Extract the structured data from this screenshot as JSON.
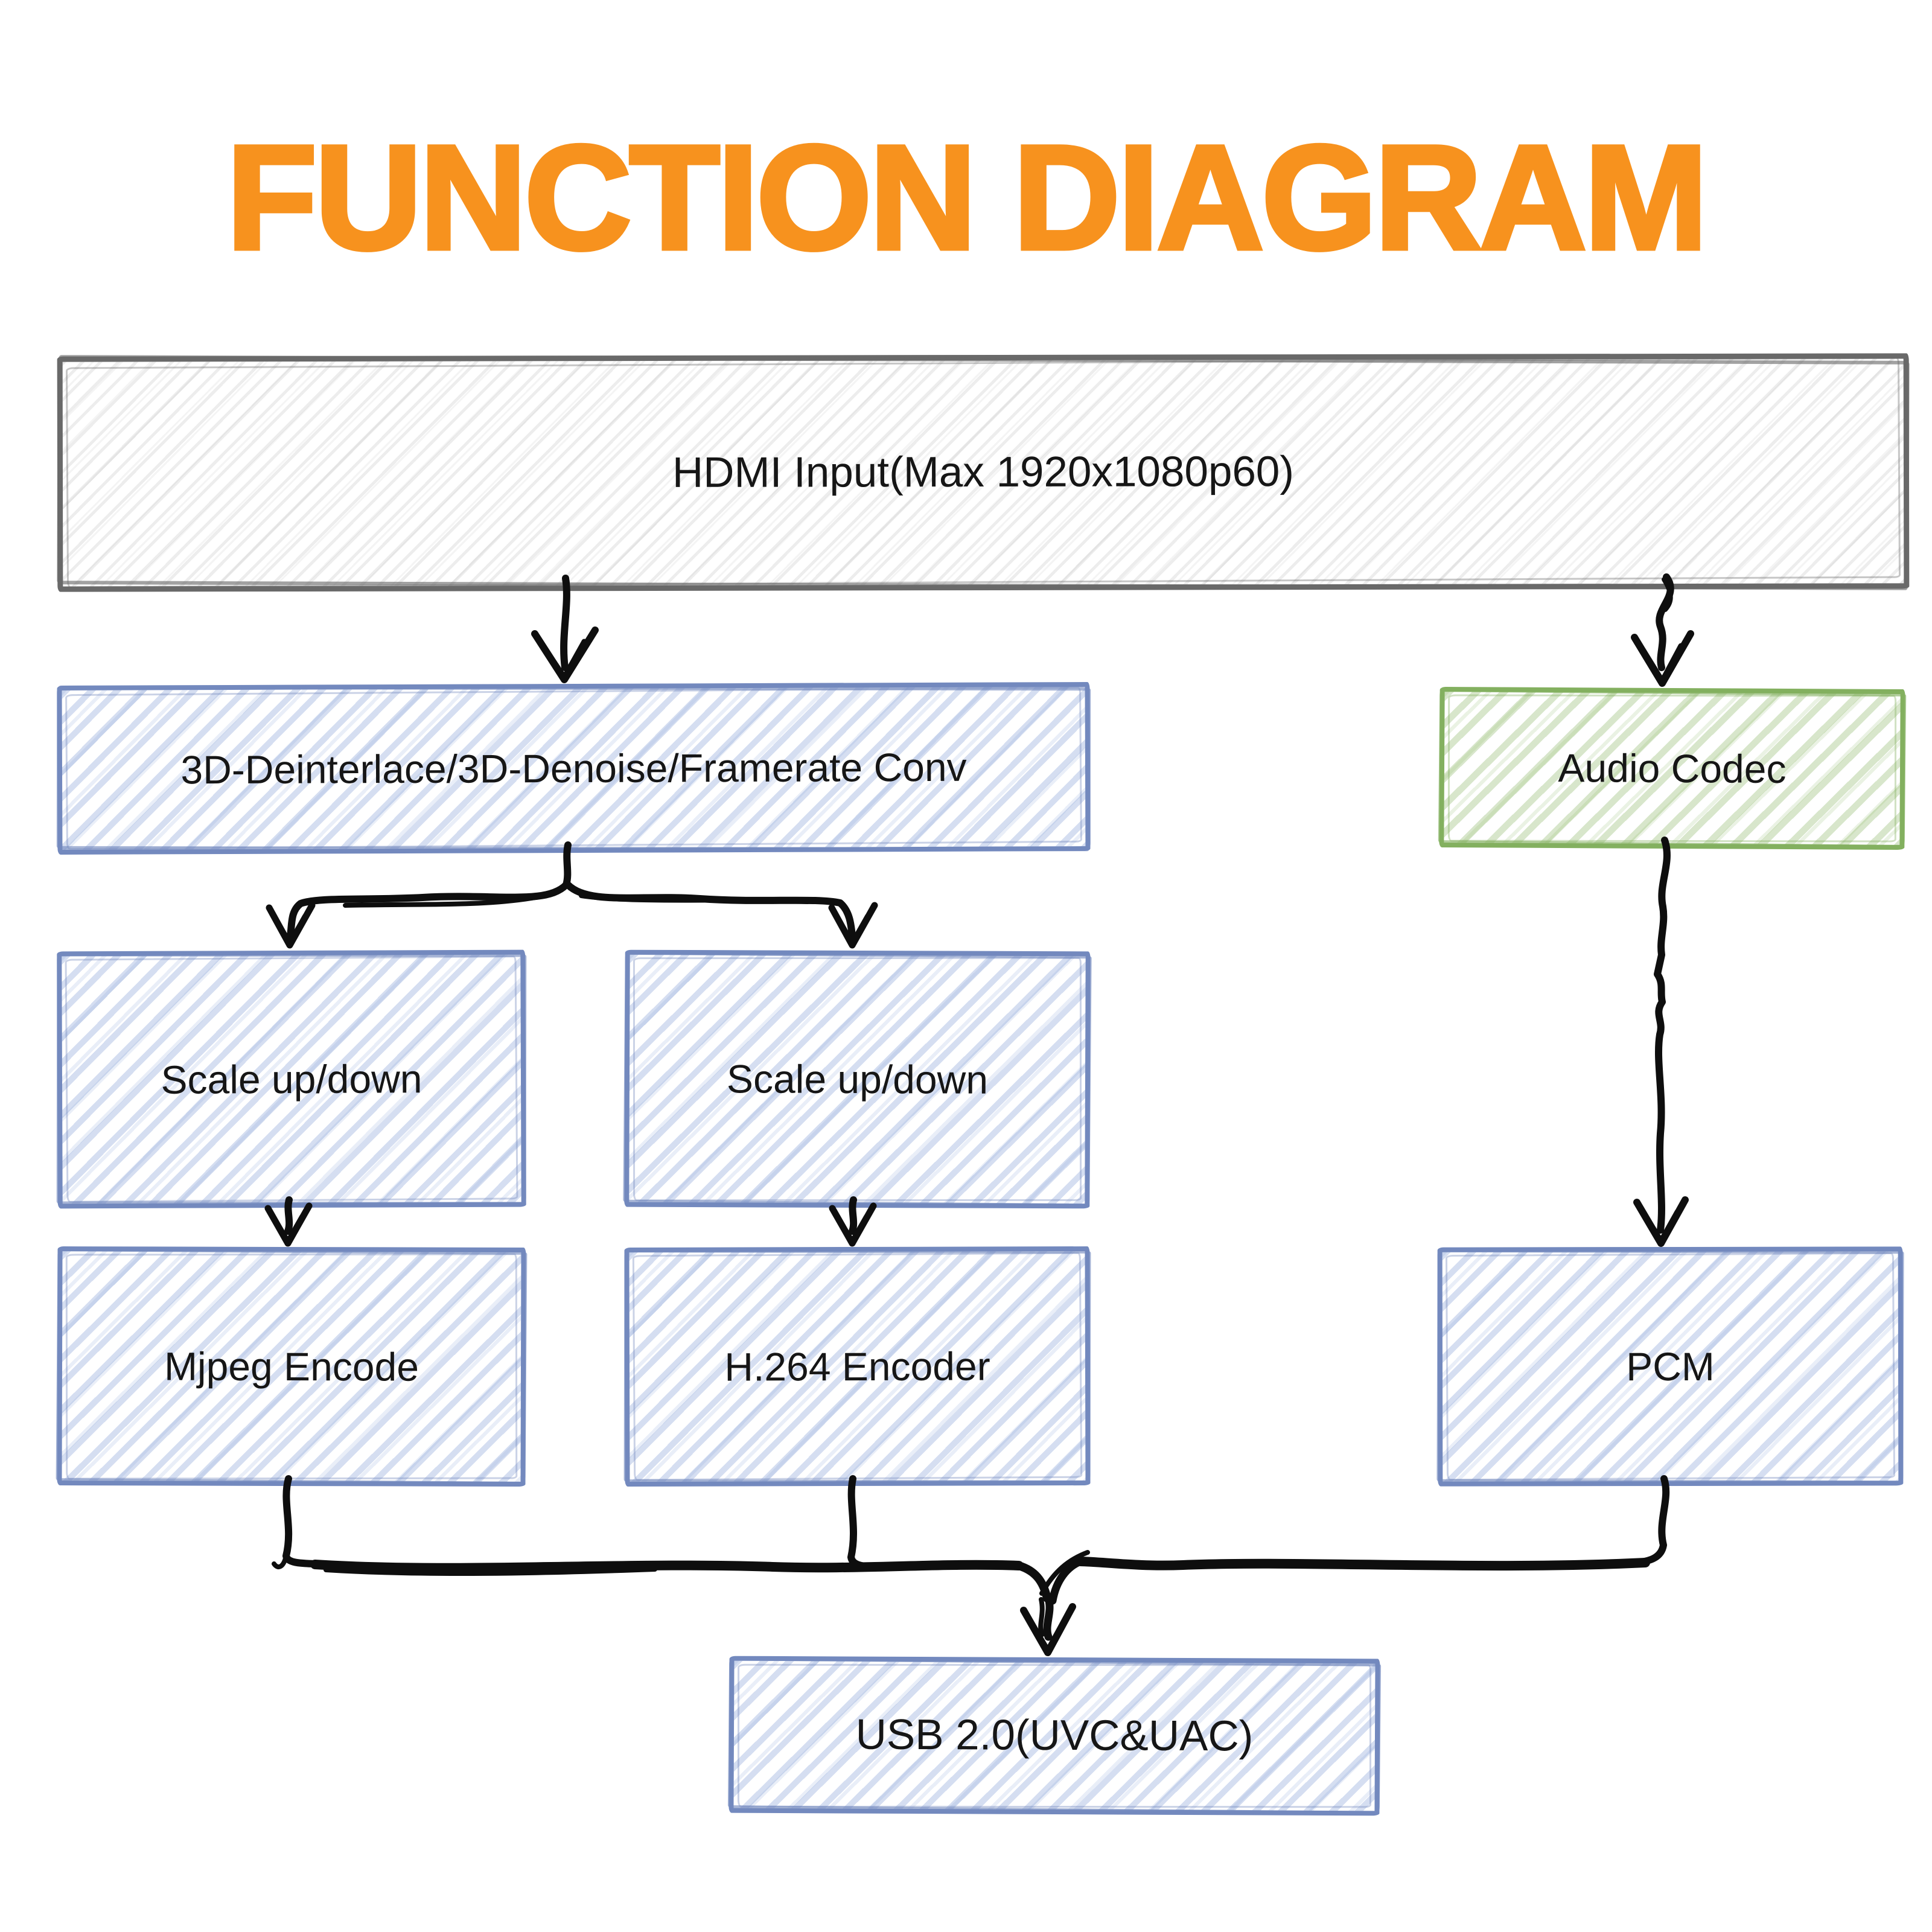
{
  "title": "FUNCTION DIAGRAM",
  "colors": {
    "title": "#F7921E",
    "video_box_border": "#7389BE",
    "audio_box_border": "#83B05F",
    "input_box_border": "#696969",
    "arrow": "#0E0E0E",
    "background": "#FFFFFF",
    "label_text": "#161616"
  },
  "nodes": {
    "hdmi": {
      "label": "HDMI Input(Max 1920x1080p60)"
    },
    "deinterlace": {
      "label": "3D-Deinterlace/3D-Denoise/Framerate Conv"
    },
    "audio_codec": {
      "label": "Audio Codec"
    },
    "scale_left": {
      "label": "Scale up/down"
    },
    "scale_right": {
      "label": "Scale up/down"
    },
    "mjpeg": {
      "label": "Mjpeg Encode"
    },
    "h264": {
      "label": "H.264 Encoder"
    },
    "pcm": {
      "label": "PCM"
    },
    "usb": {
      "label": "USB 2.0(UVC&UAC)"
    }
  },
  "edges": [
    {
      "from": "hdmi",
      "to": "deinterlace"
    },
    {
      "from": "hdmi",
      "to": "audio_codec"
    },
    {
      "from": "deinterlace",
      "to": "scale_left"
    },
    {
      "from": "deinterlace",
      "to": "scale_right"
    },
    {
      "from": "scale_left",
      "to": "mjpeg"
    },
    {
      "from": "scale_right",
      "to": "h264"
    },
    {
      "from": "audio_codec",
      "to": "pcm"
    },
    {
      "from": "mjpeg",
      "to": "usb"
    },
    {
      "from": "h264",
      "to": "usb"
    },
    {
      "from": "pcm",
      "to": "usb"
    }
  ]
}
